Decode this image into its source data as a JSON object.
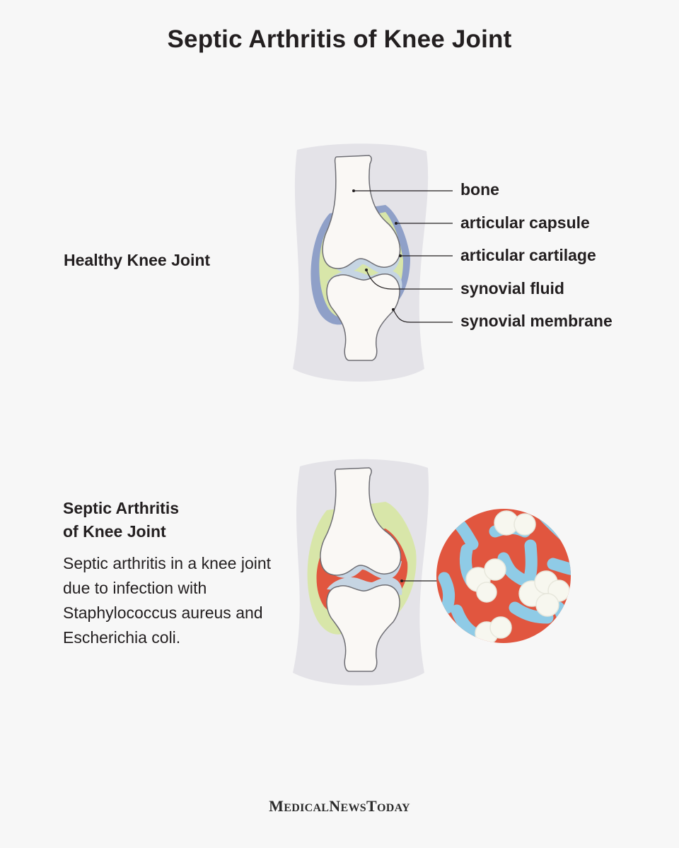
{
  "title": "Septic Arthritis of Knee Joint",
  "healthy": {
    "heading": "Healthy Knee Joint",
    "labels": [
      "bone",
      "articular capsule",
      "articular cartilage",
      "synovial fluid",
      "synovial membrane"
    ]
  },
  "septic": {
    "heading_line1": "Septic Arthritis",
    "heading_line2": "of Knee Joint",
    "description": "Septic arthritis in a knee joint due to infection with Staphylococcus aureus and Escherichia coli."
  },
  "brand": {
    "m": "M",
    "edical": "EDICAL",
    "n": "N",
    "ews": "EWS",
    "t": "T",
    "oday": "ODAY"
  },
  "colors": {
    "background": "#f7f7f7",
    "leg_silhouette": "#e4e3e8",
    "bone": "#faf8f5",
    "capsule": "#8fa0c8",
    "synovial_fluid": "#d8e6a9",
    "cartilage": "#c6d5e3",
    "infected_fluid": "#e1563f",
    "bacteria_rod": "#8fcbe6",
    "bacteria_coccus": "#f7f7ef"
  }
}
